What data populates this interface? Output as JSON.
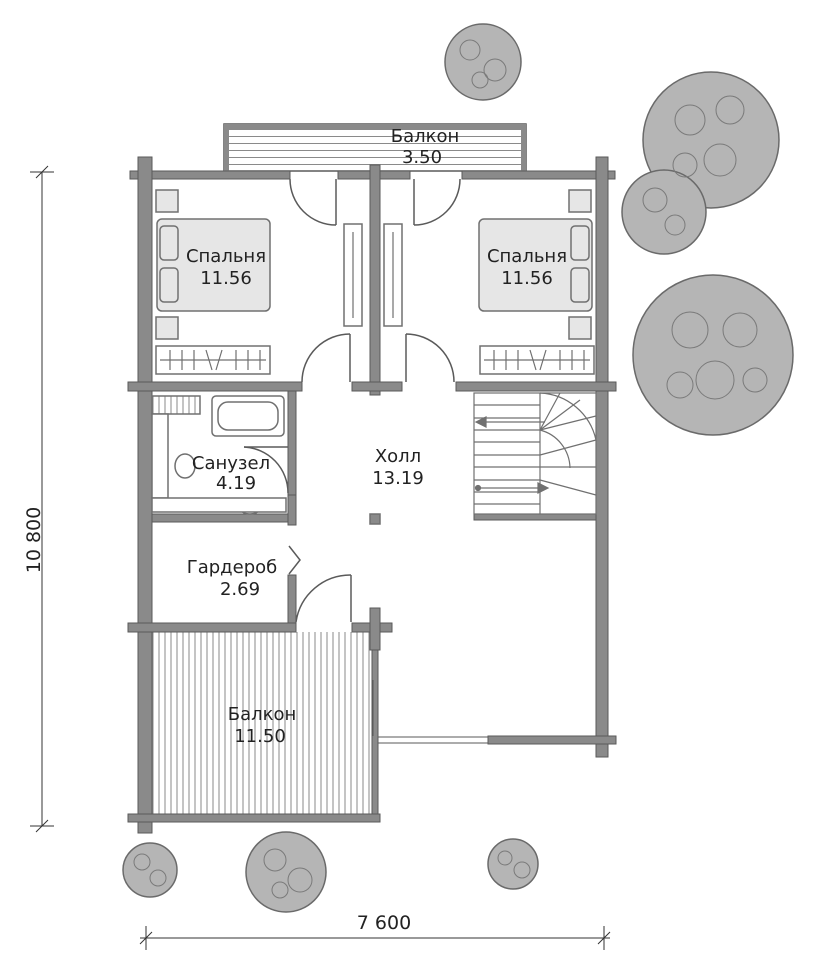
{
  "rooms": {
    "balcony_top": {
      "name": "Балкон",
      "area": "3.50"
    },
    "bedroom_left": {
      "name": "Спальня",
      "area": "11.56"
    },
    "bedroom_right": {
      "name": "Спальня",
      "area": "11.56"
    },
    "bathroom": {
      "name": "Санузел",
      "area": "4.19"
    },
    "hall": {
      "name": "Холл",
      "area": "13.19"
    },
    "wardrobe": {
      "name": "Гардероб",
      "area": "2.69"
    },
    "balcony_bottom": {
      "name": "Балкон",
      "area": "11.50"
    }
  },
  "dimensions": {
    "height": "10 800",
    "width": "7 600"
  },
  "colors": {
    "wall": "#8a8a8a",
    "wall_stroke": "#5a5a5a",
    "tree_fill": "#b5b5b5",
    "tree_stroke": "#6a6a6a",
    "furniture_fill": "#e6e6e6",
    "furniture_stroke": "#707070"
  }
}
